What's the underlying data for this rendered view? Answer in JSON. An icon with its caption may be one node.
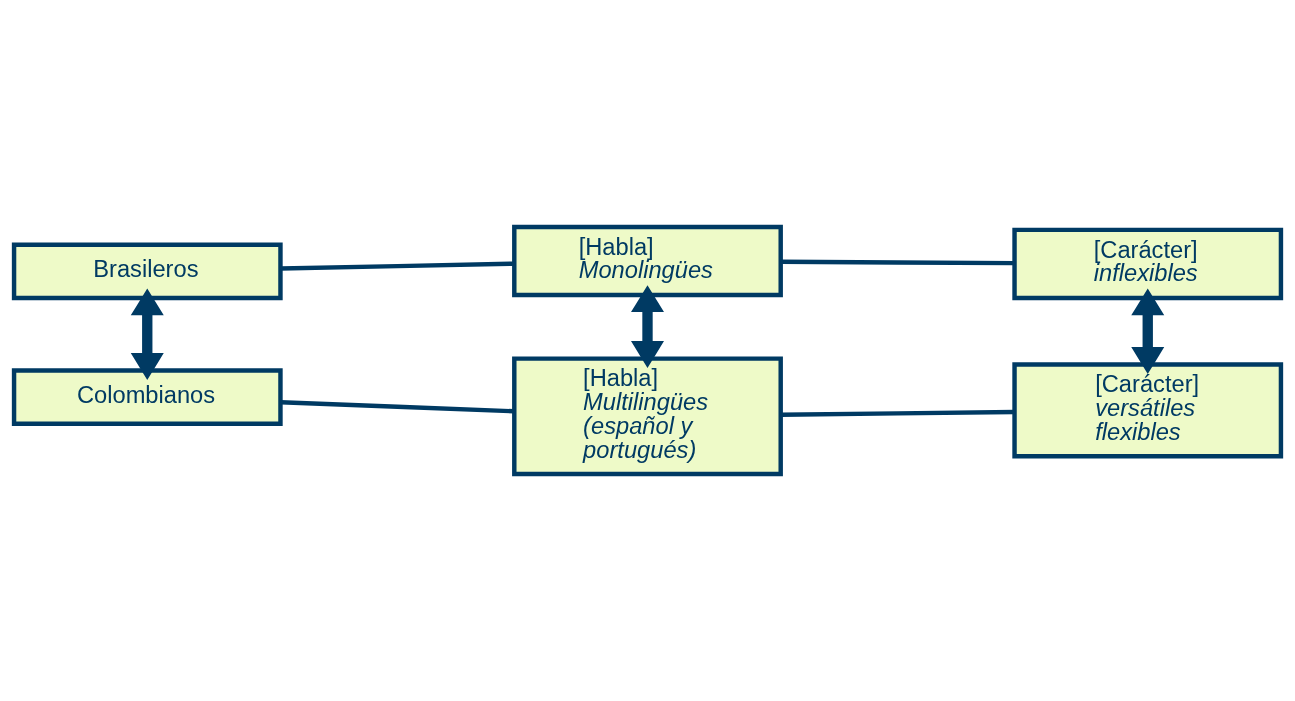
{
  "diagram": {
    "nodes": [
      {
        "text": [
          "Brasileros"
        ]
      },
      {
        "text": [
          "[Habla]",
          "Monolingües"
        ]
      },
      {
        "text": [
          "[Carácter]",
          "inflexibles"
        ]
      },
      {
        "text": [
          "Colombianos"
        ]
      },
      {
        "text": [
          "[Habla]",
          "Multilingües (español y portugués)"
        ]
      },
      {
        "text": [
          "[Carácter]",
          "versátiles flexibles"
        ]
      }
    ],
    "edges": [
      {
        "from": 0,
        "to": 1,
        "arrow": "none"
      },
      {
        "from": 1,
        "to": 2,
        "arrow": "none"
      },
      {
        "from": 3,
        "to": 4,
        "arrow": "none"
      },
      {
        "from": 4,
        "to": 5,
        "arrow": "none"
      },
      {
        "from": 0,
        "to": 3,
        "arrow": "both",
        "style": "thick"
      },
      {
        "from": 1,
        "to": 4,
        "arrow": "both",
        "style": "thick"
      },
      {
        "from": 2,
        "to": 5,
        "arrow": "both",
        "style": "thick"
      }
    ]
  }
}
